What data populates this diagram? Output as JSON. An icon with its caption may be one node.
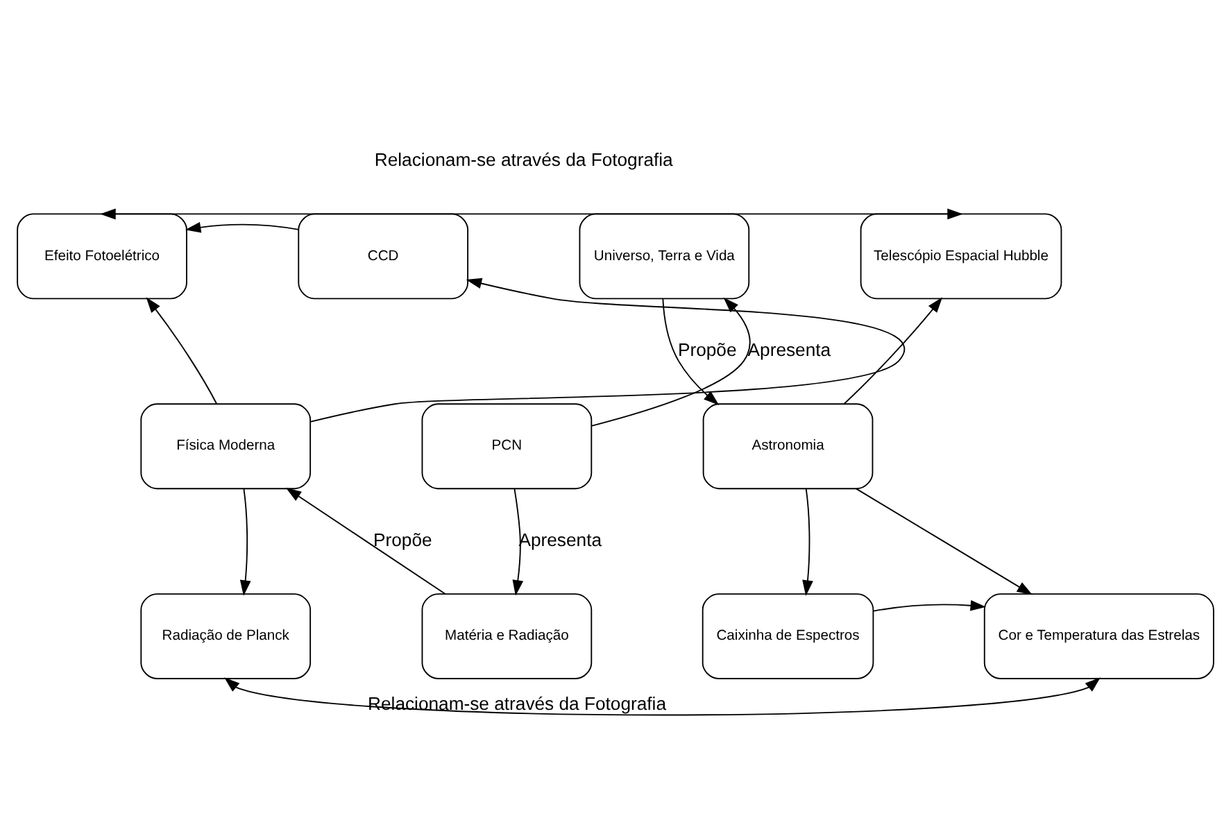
{
  "diagram": {
    "nodes": [
      {
        "text": [
          "Efeito Fotoelétrico"
        ]
      },
      {
        "text": [
          "CCD"
        ]
      },
      {
        "text": [
          "Universo, Terra e Vida"
        ]
      },
      {
        "text": [
          "Telescópio Espacial Hubble"
        ]
      },
      {
        "text": [
          "Física Moderna"
        ]
      },
      {
        "text": [
          "PCN"
        ]
      },
      {
        "text": [
          "Astronomia"
        ]
      },
      {
        "text": [
          "Radiação de Planck"
        ]
      },
      {
        "text": [
          "Matéria e Radiação"
        ]
      },
      {
        "text": [
          "Caixinha de Espectros"
        ]
      },
      {
        "text": [
          "Cor e Temperatura das Estrelas"
        ]
      }
    ],
    "edges": [
      {
        "from": 3,
        "to": 0,
        "arrow": "both",
        "label": "Relacionam-se através da Fotografia"
      },
      {
        "from": 1,
        "to": 0,
        "arrow": "to"
      },
      {
        "from": 4,
        "to": 0,
        "arrow": "to"
      },
      {
        "from": 4,
        "to": 1,
        "arrow": "to"
      },
      {
        "from": 5,
        "to": 2,
        "arrow": "to",
        "label": "Apresenta"
      },
      {
        "from": 2,
        "to": 6,
        "arrow": "to",
        "label": "Propõe"
      },
      {
        "from": 6,
        "to": 3,
        "arrow": "to"
      },
      {
        "from": 5,
        "to": 8,
        "arrow": "to",
        "label": "Apresenta"
      },
      {
        "from": 8,
        "to": 4,
        "arrow": "to",
        "label": "Propõe"
      },
      {
        "from": 4,
        "to": 7,
        "arrow": "to"
      },
      {
        "from": 6,
        "to": 9,
        "arrow": "to"
      },
      {
        "from": 6,
        "to": 10,
        "arrow": "to"
      },
      {
        "from": 9,
        "to": 10,
        "arrow": "to"
      },
      {
        "from": 7,
        "to": 10,
        "arrow": "both",
        "label": "Relacionam-se através da Fotografia"
      }
    ]
  }
}
